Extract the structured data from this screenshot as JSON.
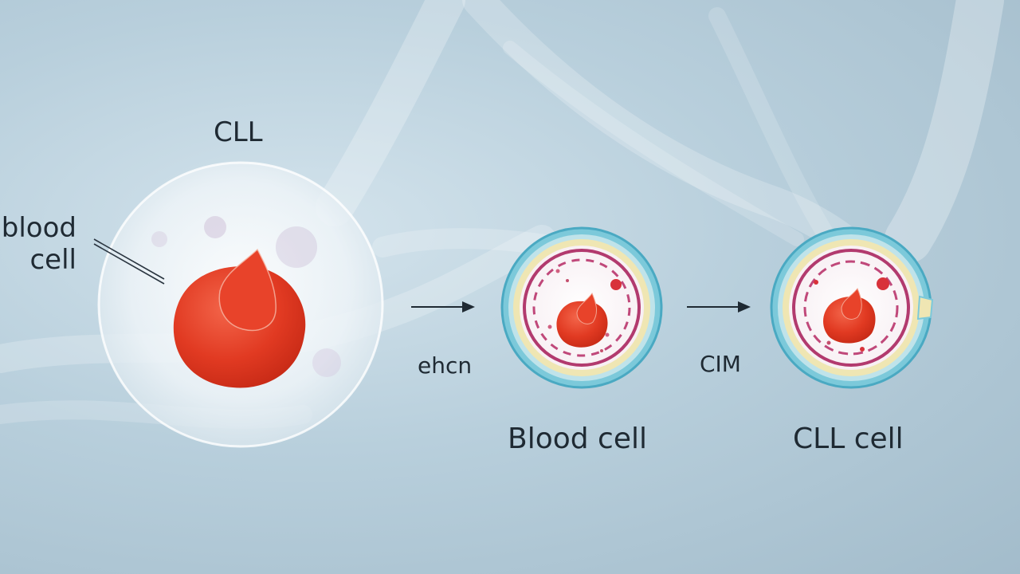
{
  "diagram": {
    "title": "CLL",
    "left_label_line1": "blood",
    "left_label_line2": "cell",
    "arrow1_label": "ehcn",
    "arrow2_label": "CIM",
    "cell1_caption": "Blood cell",
    "cell2_caption": "CLL cell"
  },
  "colors": {
    "background": "#b8cfdc",
    "nucleus_red": "#e13a22",
    "ring_cyan": "#5fc2d6",
    "ring_cream": "#efe6b3",
    "membrane_magenta": "#b23a6e",
    "text": "#1f2a33"
  }
}
